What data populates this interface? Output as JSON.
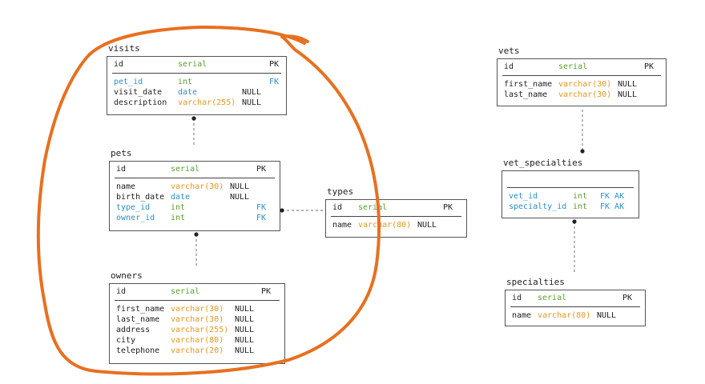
{
  "colors": {
    "fk": "#2a8fd0",
    "serial": "#5aa02c",
    "varchar": "#e8961f",
    "date": "#2a8fd0",
    "annotation": "#e8701f"
  },
  "tables": {
    "visits": {
      "title": "visits",
      "header": {
        "name": "id",
        "type": "serial",
        "key": "PK"
      },
      "rows": [
        {
          "name": "pet_id",
          "type": "int",
          "extra": "FK",
          "fk": true
        },
        {
          "name": "visit_date",
          "type": "date",
          "extra": "NULL"
        },
        {
          "name": "description",
          "type": "varchar(255)",
          "extra": "NULL"
        }
      ]
    },
    "pets": {
      "title": "pets",
      "header": {
        "name": "id",
        "type": "serial",
        "key": "PK"
      },
      "rows": [
        {
          "name": "name",
          "type": "varchar(30)",
          "extra": "NULL"
        },
        {
          "name": "birth_date",
          "type": "date",
          "extra": "NULL"
        },
        {
          "name": "type_id",
          "type": "int",
          "extra": "FK",
          "fk": true
        },
        {
          "name": "owner_id",
          "type": "int",
          "extra": "FK",
          "fk": true
        }
      ]
    },
    "owners": {
      "title": "owners",
      "header": {
        "name": "id",
        "type": "serial",
        "key": "PK"
      },
      "rows": [
        {
          "name": "first_name",
          "type": "varchar(30)",
          "extra": "NULL"
        },
        {
          "name": "last_name",
          "type": "varchar(30)",
          "extra": "NULL"
        },
        {
          "name": "address",
          "type": "varchar(255)",
          "extra": "NULL"
        },
        {
          "name": "city",
          "type": "varchar(80)",
          "extra": "NULL"
        },
        {
          "name": "telephone",
          "type": "varchar(20)",
          "extra": "NULL"
        }
      ]
    },
    "types": {
      "title": "types",
      "header": {
        "name": "id",
        "type": "serial",
        "key": "PK"
      },
      "rows": [
        {
          "name": "name",
          "type": "varchar(80)",
          "extra": "NULL"
        }
      ]
    },
    "vets": {
      "title": "vets",
      "header": {
        "name": "id",
        "type": "serial",
        "key": "PK"
      },
      "rows": [
        {
          "name": "first_name",
          "type": "varchar(30)",
          "extra": "NULL"
        },
        {
          "name": "last_name",
          "type": "varchar(30)",
          "extra": "NULL"
        }
      ]
    },
    "vet_specialties": {
      "title": "vet_specialties",
      "header": {
        "name": "",
        "type": "",
        "key": ""
      },
      "rows": [
        {
          "name": "vet_id",
          "type": "int",
          "extra": "FK AK",
          "fk": true
        },
        {
          "name": "specialty_id",
          "type": "int",
          "extra": "FK AK",
          "fk": true
        }
      ]
    },
    "specialties": {
      "title": "specialties",
      "header": {
        "name": "id",
        "type": "serial",
        "key": "PK"
      },
      "rows": [
        {
          "name": "name",
          "type": "varchar(80)",
          "extra": "NULL"
        }
      ]
    }
  }
}
